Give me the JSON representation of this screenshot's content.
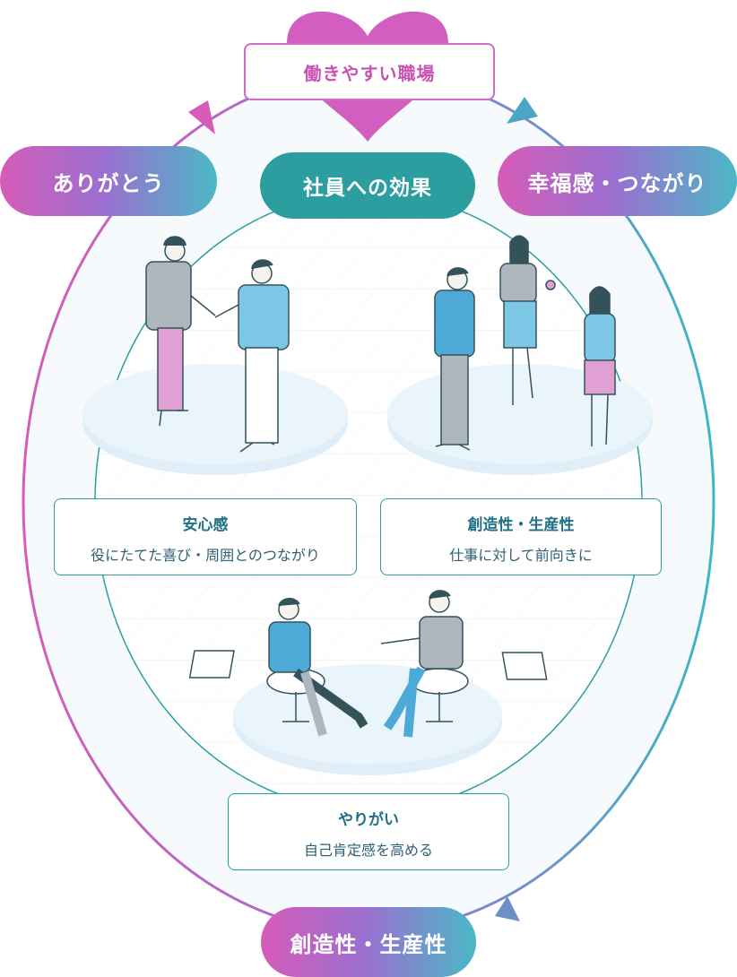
{
  "title": "働きやすい職場",
  "center_label": "社員への効果",
  "left_pill": "ありがとう",
  "right_pill": "幸福感・つながり",
  "bottom_pill": "創造性・生産性",
  "cards": [
    {
      "heading": "安心感",
      "sub": "役にたてた喜び・周囲とのつながり"
    },
    {
      "heading": "創造性・生産性",
      "sub": "仕事に対して前向きに"
    },
    {
      "heading": "やりがい",
      "sub": "自己肯定感を高める"
    }
  ],
  "colors": {
    "magenta": "#d65cb8",
    "purple": "#9b6fd0",
    "teal": "#2c9e9f",
    "cyan": "#4bb8c6"
  }
}
